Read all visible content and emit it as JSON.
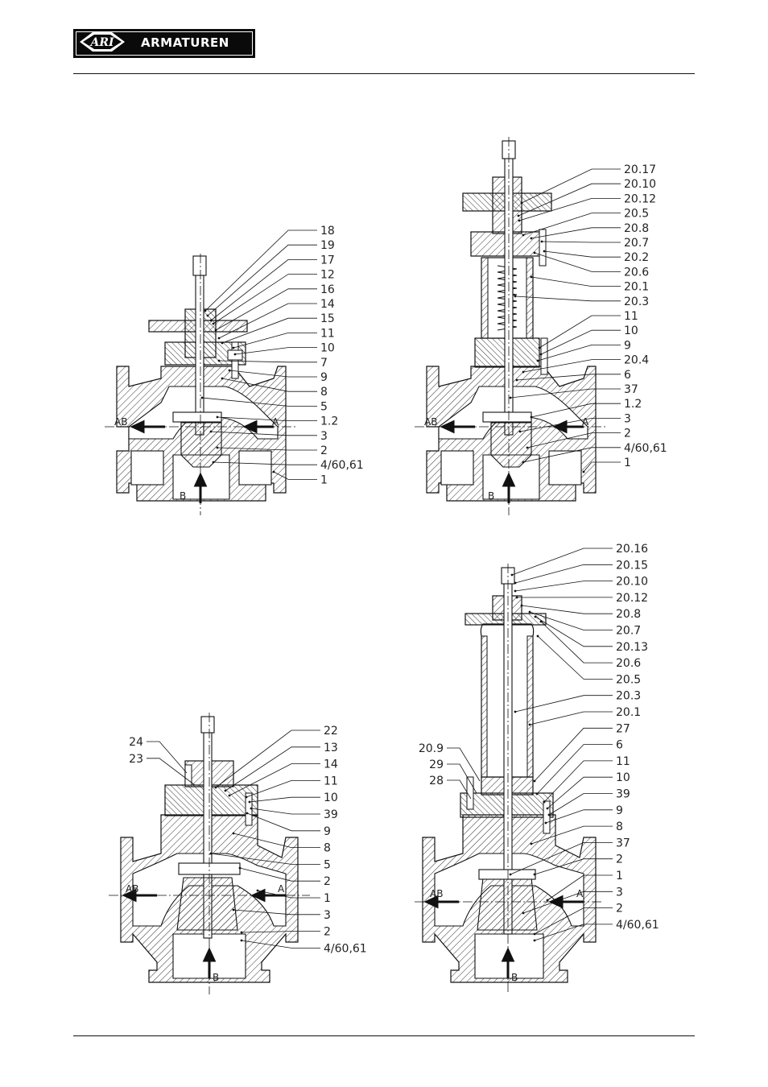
{
  "brand": {
    "badge_text": "ARI",
    "wordmark": "ARMATUREN"
  },
  "figures": [
    {
      "id": "top-left",
      "flow_labels": [
        "AB",
        "A",
        "B"
      ],
      "callouts": [
        "18",
        "19",
        "17",
        "12",
        "16",
        "14",
        "15",
        "11",
        "10",
        "7",
        "9",
        "8",
        "5",
        "1.2",
        "3",
        "2",
        "4/60,61",
        "1"
      ]
    },
    {
      "id": "top-right",
      "flow_labels": [
        "AB",
        "A",
        "B"
      ],
      "callouts": [
        "20.17",
        "20.10",
        "20.12",
        "20.5",
        "20.8",
        "20.7",
        "20.2",
        "20.6",
        "20.1",
        "20.3",
        "11",
        "10",
        "9",
        "20.4",
        "6",
        "37",
        "1.2",
        "3",
        "2",
        "4/60,61",
        "1"
      ]
    },
    {
      "id": "bottom-left",
      "flow_labels": [
        "AB",
        "A",
        "B"
      ],
      "callouts_left": [
        "24",
        "23"
      ],
      "callouts": [
        "22",
        "13",
        "14",
        "11",
        "10",
        "39",
        "9",
        "8",
        "5",
        "2",
        "1",
        "3",
        "2",
        "4/60,61"
      ]
    },
    {
      "id": "bottom-right",
      "flow_labels": [
        "AB",
        "A",
        "B"
      ],
      "callouts_left": [
        "20.9",
        "29",
        "28"
      ],
      "callouts": [
        "20.16",
        "20.15",
        "20.10",
        "20.12",
        "20.8",
        "20.7",
        "20.13",
        "20.6",
        "20.5",
        "20.3",
        "20.1",
        "27",
        "6",
        "11",
        "10",
        "39",
        "9",
        "8",
        "37",
        "2",
        "1",
        "3",
        "2",
        "4/60,61"
      ]
    }
  ]
}
